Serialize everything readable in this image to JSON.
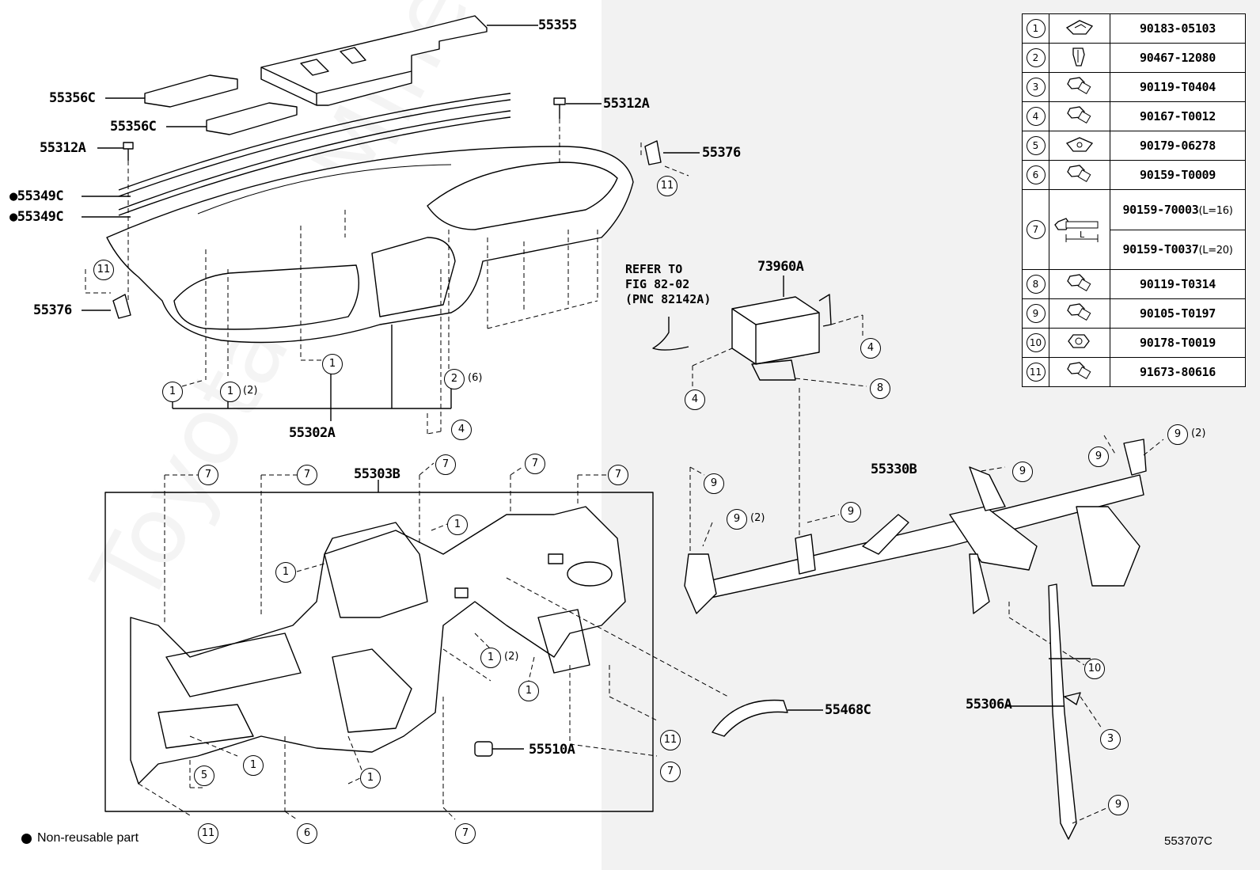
{
  "watermark": "ToyotaCarMine.ru",
  "legend": {
    "text": "Non-reusable part"
  },
  "figure_id": "553707C",
  "refer_note": "REFER TO\nFIG 82-02\n(PNC 82142A)",
  "part_labels": {
    "p55355": "55355",
    "p55356c_1": "55356C",
    "p55356c_2": "55356C",
    "p55312a_1": "55312A",
    "p55312a_2": "55312A",
    "p55349c_1": "●55349C",
    "p55349c_2": "●55349C",
    "p55376_1": "55376",
    "p55376_2": "55376",
    "p55302a": "55302A",
    "p55303b": "55303B",
    "p73960a": "73960A",
    "p55330b": "55330B",
    "p55306a": "55306A",
    "p55468c": "55468C",
    "p55510a": "55510A"
  },
  "callouts": {
    "c11_top": "11",
    "c11_left": "11",
    "c1_a": "1",
    "c1_b": "1",
    "c1_c": "1",
    "c2_a": "2",
    "c4_a": "4",
    "c4_m1": "4",
    "c4_m2": "4",
    "c8_m": "8",
    "c7_1": "7",
    "c7_2": "7",
    "c7_3": "7",
    "c7_4": "7",
    "c7_5": "7",
    "c1_d": "1",
    "c1_e": "1",
    "c1_f": "1",
    "c1_g": "1",
    "c1_h": "1",
    "c1_i": "1",
    "c5_b": "5",
    "c11_b1": "11",
    "c6_b": "6",
    "c7_b": "7",
    "c11_b2": "11",
    "c7_b2": "7",
    "c9_1": "9",
    "c9_2": "9",
    "c9_3": "9",
    "c9_4": "9",
    "c9_5": "9",
    "c9_6": "9",
    "c9_7": "9",
    "c10_r": "10",
    "c3_r": "3"
  },
  "callout_suffixes": {
    "s1_b": "(2)",
    "s2_a": "(6)",
    "s1_h": "(2)",
    "s9_2": "(2)",
    "s9_6": "(2)"
  },
  "parts_table": {
    "rows": [
      {
        "num": "1",
        "icon": "clip-nut-icon",
        "pn": "90183-05103"
      },
      {
        "num": "2",
        "icon": "clip-icon",
        "pn": "90467-12080"
      },
      {
        "num": "3",
        "icon": "bolt-icon",
        "pn": "90119-T0404"
      },
      {
        "num": "4",
        "icon": "bolt-icon",
        "pn": "90167-T0012"
      },
      {
        "num": "5",
        "icon": "clip-nut-icon",
        "pn": "90179-06278"
      },
      {
        "num": "6",
        "icon": "bolt-icon",
        "pn": "90159-T0009"
      },
      {
        "num": "7",
        "icon": "long-bolt-icon",
        "pn_a": "90159-70003",
        "len_a": "(L=16)",
        "pn_b": "90159-T0037",
        "len_b": "(L=20)",
        "len_label": "L"
      },
      {
        "num": "8",
        "icon": "bolt-icon",
        "pn": "90119-T0314"
      },
      {
        "num": "9",
        "icon": "bolt-icon",
        "pn": "90105-T0197"
      },
      {
        "num": "10",
        "icon": "nut-icon",
        "pn": "90178-T0019"
      },
      {
        "num": "11",
        "icon": "bolt-icon",
        "pn": "91673-80616"
      }
    ]
  }
}
